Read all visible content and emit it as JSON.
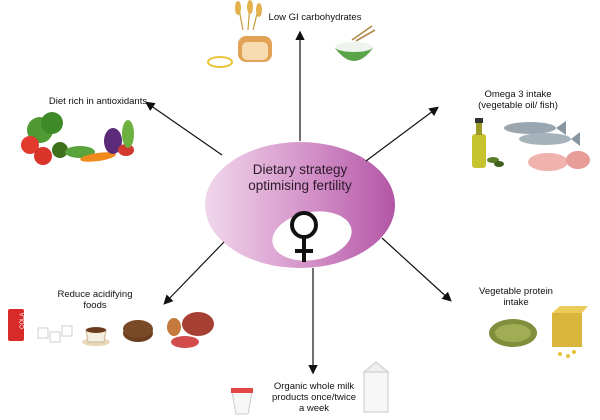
{
  "center": {
    "line1": "Dietary strategy",
    "line2": "optimising fertility"
  },
  "branches": {
    "top": "Low GI carbohydrates",
    "top_right": [
      "Omega 3 intake",
      "(vegetable oil/ fish)"
    ],
    "bottom_right": [
      "Vegetable protein",
      "intake"
    ],
    "bottom": [
      "Organic whole milk",
      "products once/twice",
      "a week"
    ],
    "bottom_left": [
      "Reduce acidifying",
      "foods"
    ],
    "top_left": "Diet rich in antioxidants"
  },
  "illustrations": {
    "cola_can_text": "COLA"
  },
  "colors": {
    "ellipse_light": "#e6bfe0",
    "ellipse_dark": "#b85aa9",
    "arrow": "#111111"
  }
}
